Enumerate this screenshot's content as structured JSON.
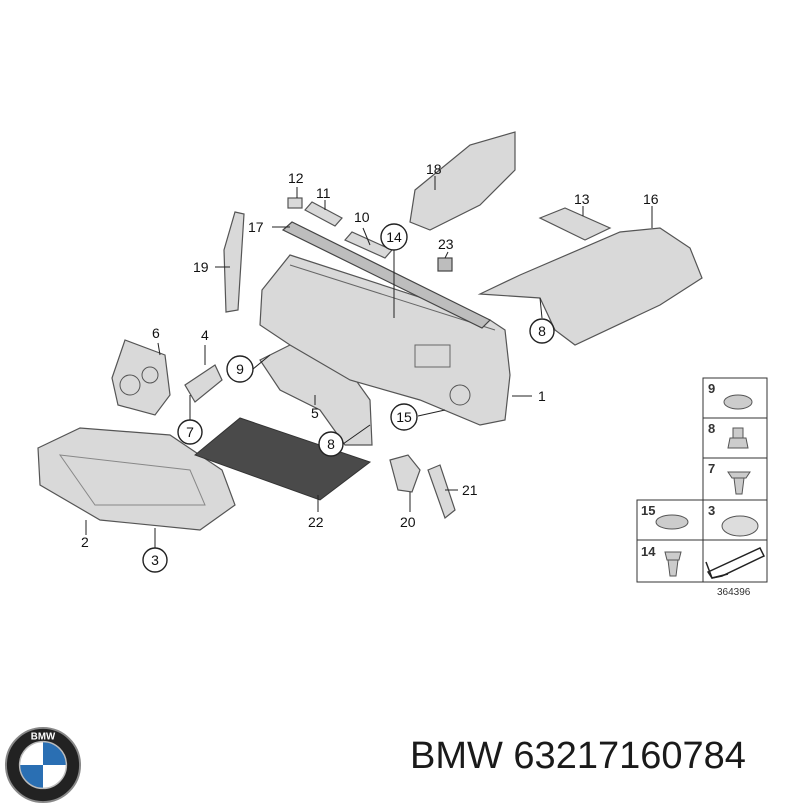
{
  "callouts": {
    "c1": "1",
    "c2": "2",
    "c3": "3",
    "c4": "4",
    "c5": "5",
    "c6": "6",
    "c7": "7",
    "c8a": "8",
    "c8b": "8",
    "c9": "9",
    "c10": "10",
    "c11": "11",
    "c12": "12",
    "c13": "13",
    "c14": "14",
    "c15": "15",
    "c16": "16",
    "c17": "17",
    "c18": "18",
    "c19": "19",
    "c20": "20",
    "c21": "21",
    "c22": "22",
    "c23": "23"
  },
  "legend": {
    "l9": "9",
    "l8": "8",
    "l7": "7",
    "l15": "15",
    "l3": "3",
    "l14": "14"
  },
  "diagram_number": "364396",
  "brand": {
    "logo_text": "BMW",
    "caption": "BMW 63217160784"
  }
}
